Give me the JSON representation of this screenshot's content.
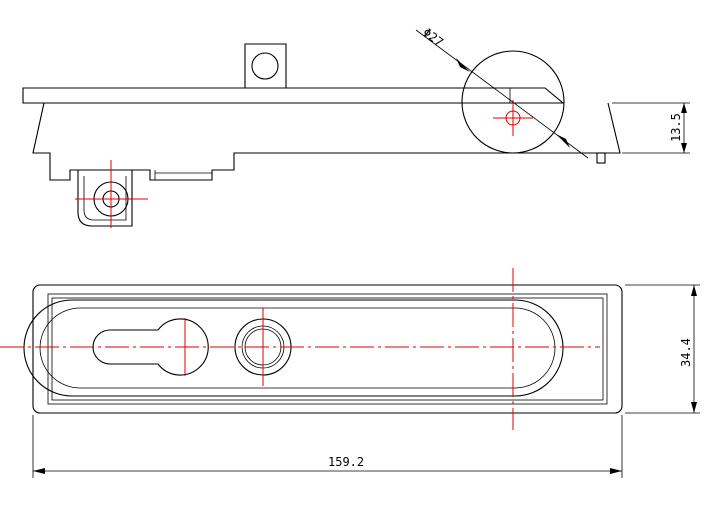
{
  "dimensions": {
    "diameter": "Φ27",
    "height_side": "13.5",
    "width_top": "34.4",
    "length_top": "159.2"
  },
  "colors": {
    "outline": "#000000",
    "centerline": "#e00000"
  }
}
